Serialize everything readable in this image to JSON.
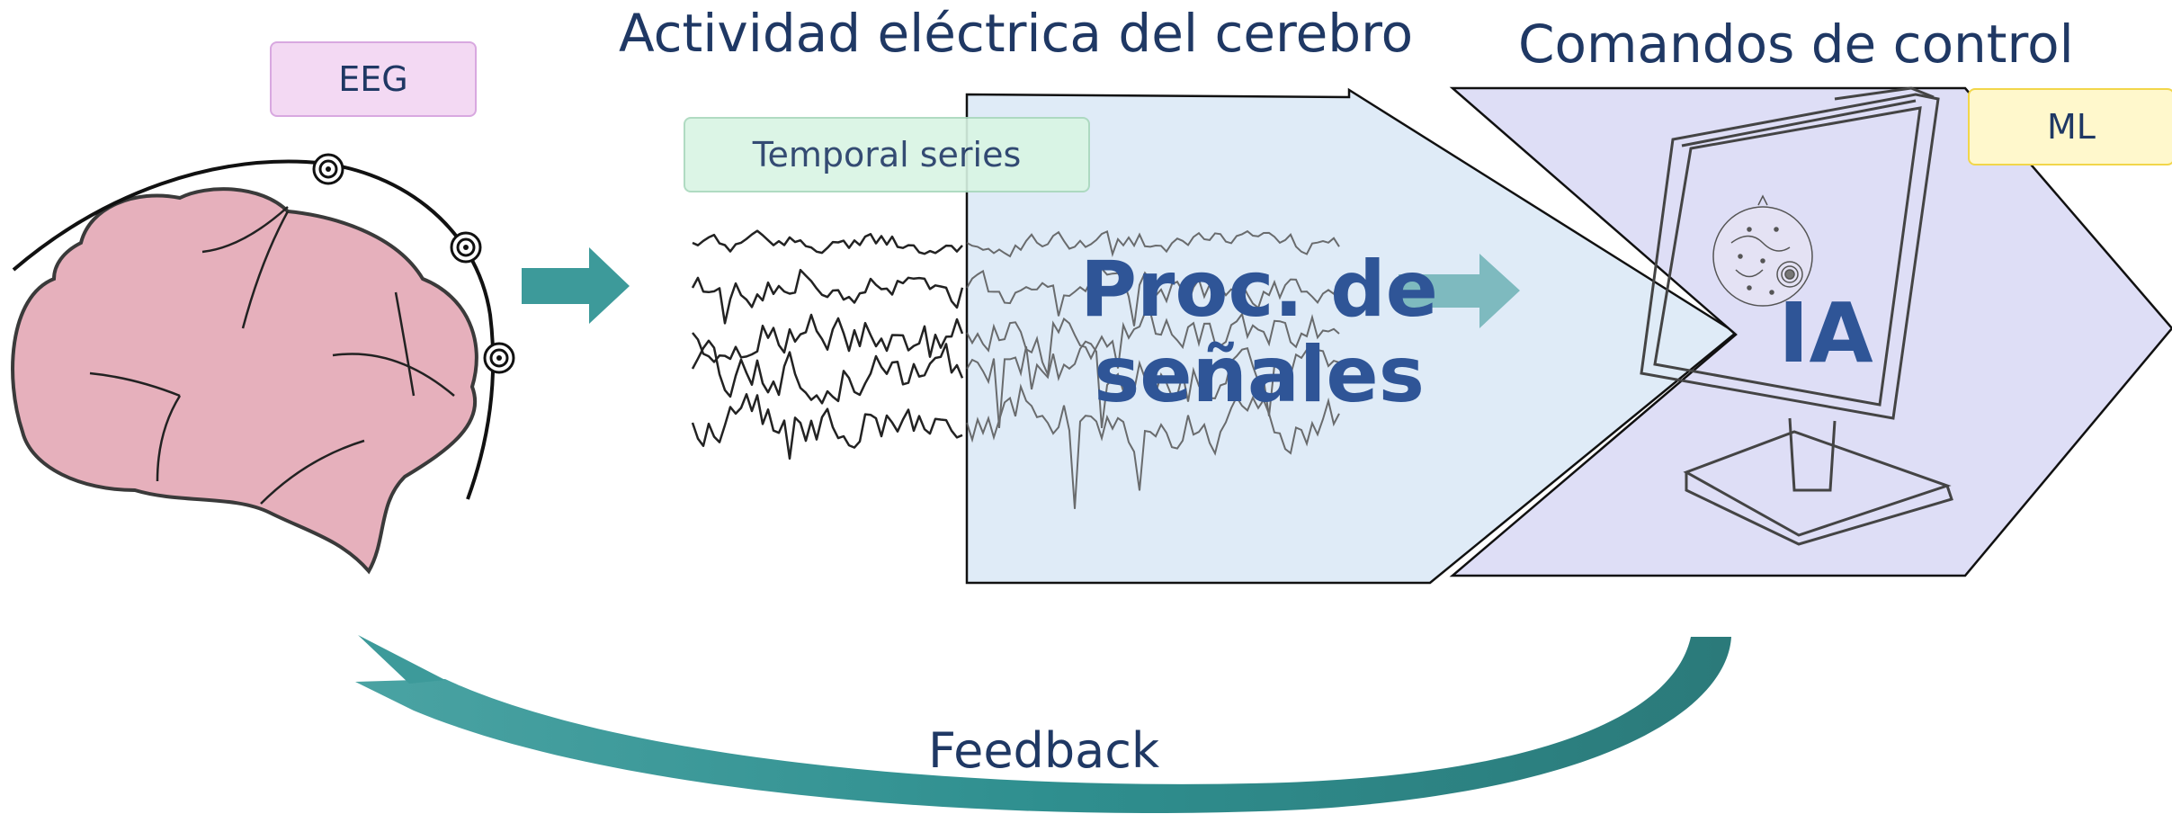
{
  "labels": {
    "eeg": "EEG",
    "temporal_series": "Temporal series",
    "brain_activity": "Actividad eléctrica del cerebro",
    "control_commands": "Comandos de control",
    "ml": "ML",
    "signal_processing_line1": "Proc. de",
    "signal_processing_line2": "señales",
    "ai": "IA",
    "feedback": "Feedback"
  },
  "colors": {
    "title_text": "#1f3864",
    "stage_text": "#2f5597",
    "arrow": "#3d9a9a",
    "brain_fill": "#e6b0bc",
    "eeg_tag": "#f3d9f3",
    "temporal_tag": "#d9f5e4",
    "ml_tag": "#fff8cc",
    "processing_panel": "#dce9f6",
    "ai_panel": "#dcdcf6"
  },
  "icons": {
    "brain": "brain-icon",
    "electrode": "electrode-icon",
    "monitor": "monitor-icon",
    "head_map": "scalp-map-icon"
  }
}
